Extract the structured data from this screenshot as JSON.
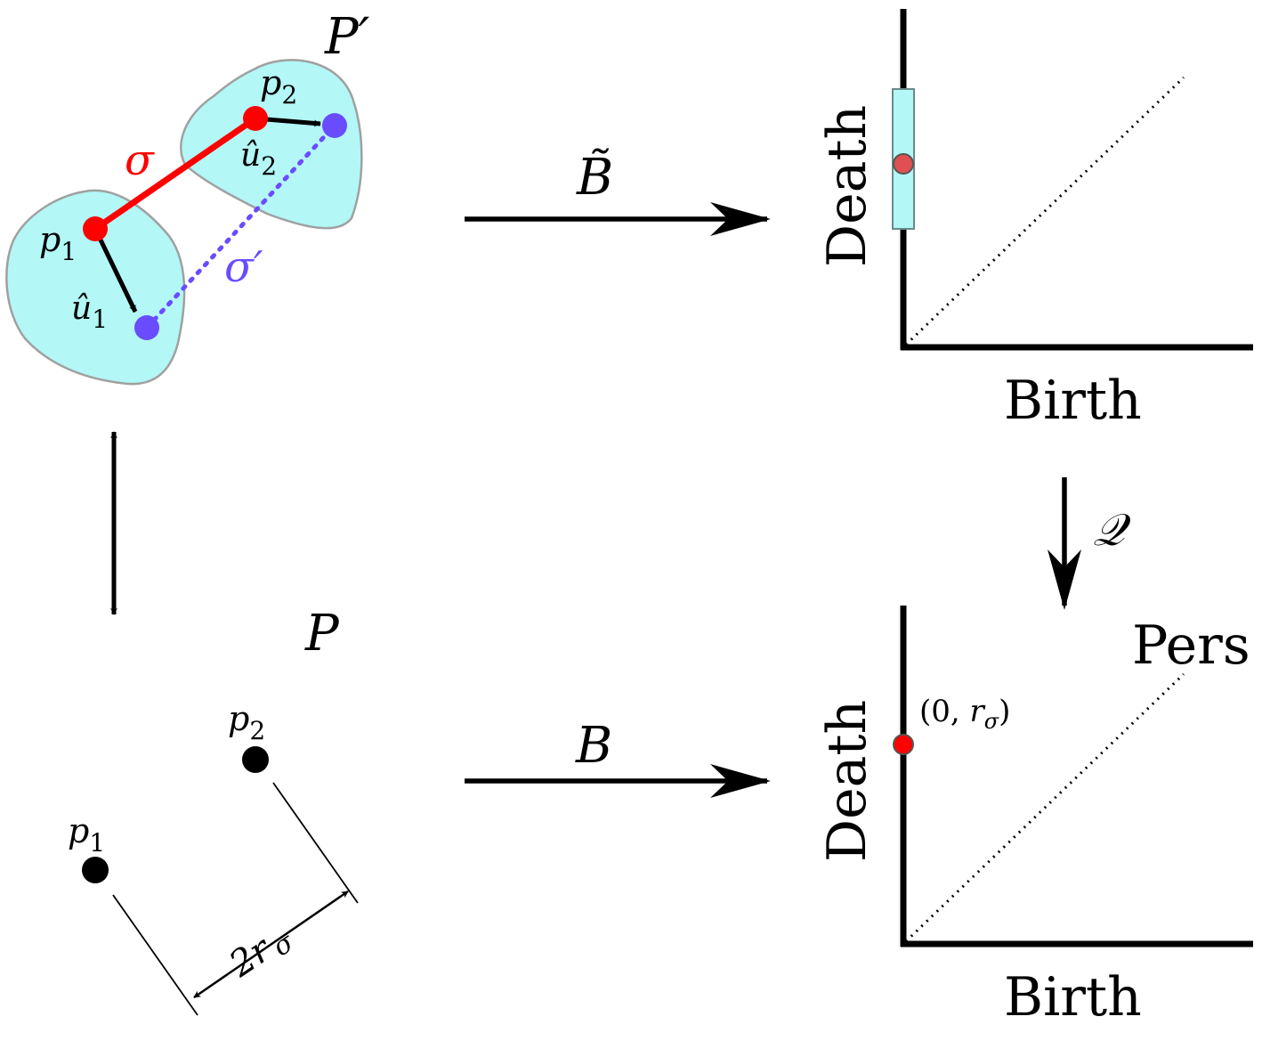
{
  "colors": {
    "region_fill": "#b3f7f7",
    "region_stroke": "#a0a0a0",
    "simplex": "#ff0000",
    "perturbed": "#6a4cff",
    "ink": "#000000"
  },
  "top_left": {
    "set_label": "P′",
    "p1": {
      "base": "p",
      "sub": "1"
    },
    "p2": {
      "base": "p",
      "sub": "2"
    },
    "u1": {
      "base": "û",
      "sub": "1"
    },
    "u2": {
      "base": "û",
      "sub": "2"
    },
    "sigma": "σ",
    "sigma_prime": "σ′"
  },
  "bottom_left": {
    "set_label": "P",
    "p1": {
      "base": "p",
      "sub": "1"
    },
    "p2": {
      "base": "p",
      "sub": "2"
    },
    "distance": {
      "base": "2r",
      "sub": "σ"
    }
  },
  "maps": {
    "top": "B̃",
    "bottom": "B",
    "vertical": "𝒬"
  },
  "diagrams": {
    "top": {
      "xlabel": "Birth",
      "ylabel": "Death"
    },
    "bottom": {
      "xlabel": "Birth",
      "ylabel": "Death",
      "title": "Pers",
      "point_label": {
        "open": "(0, ",
        "base": "r",
        "sub": "σ",
        "close": ")"
      }
    }
  }
}
